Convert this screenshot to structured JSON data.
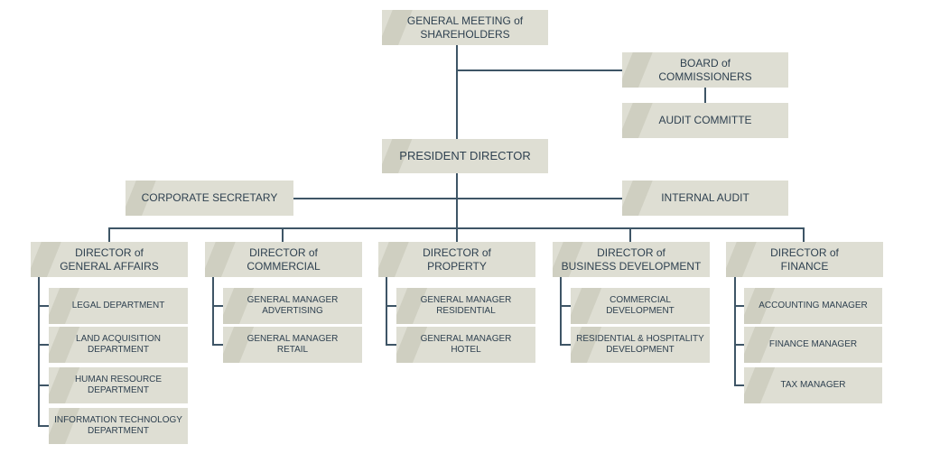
{
  "top": {
    "shareholders": [
      "GENERAL MEETING of",
      "SHAREHOLDERS"
    ],
    "commissioners": [
      "BOARD of",
      "COMMISSIONERS"
    ],
    "audit_committee": "AUDIT COMMITTE",
    "president": "PRESIDENT DIRECTOR",
    "corporate_secretary": "CORPORATE SECRETARY",
    "internal_audit": "INTERNAL AUDIT"
  },
  "directors": [
    {
      "title": [
        "DIRECTOR of",
        "GENERAL AFFAIRS"
      ],
      "units": [
        [
          "LEGAL DEPARTMENT"
        ],
        [
          "LAND ACQUISITION",
          "DEPARTMENT"
        ],
        [
          "HUMAN RESOURCE",
          "DEPARTMENT"
        ],
        [
          "INFORMATION TECHNOLOGY",
          "DEPARTMENT"
        ]
      ]
    },
    {
      "title": [
        "DIRECTOR of",
        "COMMERCIAL"
      ],
      "units": [
        [
          "GENERAL MANAGER",
          "ADVERTISING"
        ],
        [
          "GENERAL MANAGER",
          "RETAIL"
        ]
      ]
    },
    {
      "title": [
        "DIRECTOR of",
        "PROPERTY"
      ],
      "units": [
        [
          "GENERAL MANAGER",
          "RESIDENTIAL"
        ],
        [
          "GENERAL MANAGER",
          "HOTEL"
        ]
      ]
    },
    {
      "title": [
        "DIRECTOR of",
        "BUSINESS DEVELOPMENT"
      ],
      "units": [
        [
          "COMMERCIAL",
          "DEVELOPMENT"
        ],
        [
          "RESIDENTIAL & HOSPITALITY",
          "DEVELOPMENT"
        ]
      ]
    },
    {
      "title": [
        "DIRECTOR of",
        "FINANCE"
      ],
      "units": [
        [
          "ACCOUNTING MANAGER"
        ],
        [
          "FINANCE MANAGER"
        ],
        [
          "TAX MANAGER"
        ]
      ]
    }
  ],
  "colors": {
    "box_fill": "#deded3",
    "box_accent": "#cfcfc1",
    "line": "#3e5566",
    "text": "#2f4150"
  }
}
